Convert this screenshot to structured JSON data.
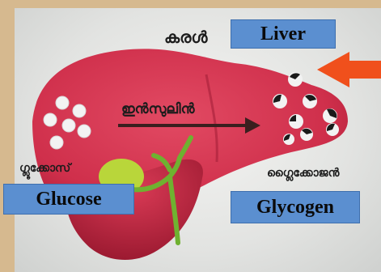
{
  "labels": {
    "liver_ml": "കരൾ",
    "liver_en": "Liver",
    "insulin_ml": "ഇൻസുലിൻ",
    "glucose_ml": "ഗ്ലൂക്കോസ്",
    "glucose_en": "Glucose",
    "glycogen_ml": "ഗ്ലൈക്കോജൻ",
    "glycogen_en": "Glycogen"
  },
  "colors": {
    "liver": "#d8344f",
    "gallbladder": "#b9d63a",
    "label_box": "#5b8fd0",
    "pointer_arrow": "#f0501c",
    "insulin_arrow": "#3a1f1f"
  }
}
